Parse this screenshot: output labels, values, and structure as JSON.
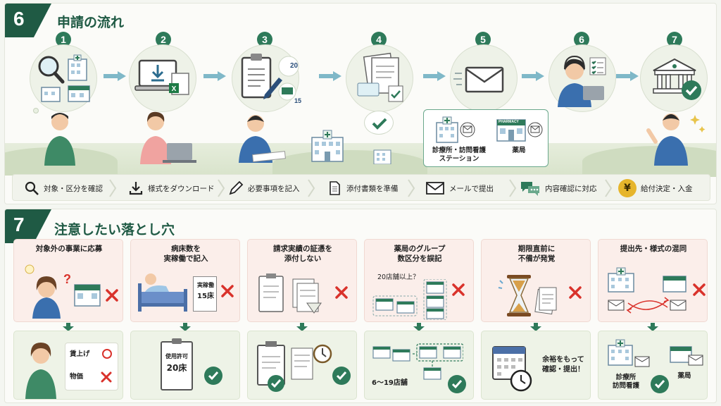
{
  "section6": {
    "number": "6",
    "title": "申請の流れ",
    "steps": [
      "1",
      "2",
      "3",
      "4",
      "5",
      "6",
      "7"
    ],
    "captions": [
      "対象・区分を確認",
      "様式をダウンロード",
      "必要事項を記入",
      "添付書類を準備",
      "メールで提出",
      "内容確認に対応",
      "給付決定・入金"
    ],
    "doc_label_beds": "20",
    "doc_label_15": "15",
    "submit_left": "診療所・訪問看護\nステーション",
    "submit_right": "薬局",
    "pharmacy_sign": "PHARMACY",
    "yen_symbol": "¥"
  },
  "section7": {
    "number": "7",
    "title": "注意したい落とし穴",
    "cards": [
      {
        "title": "対象外の事業に応募",
        "tag1": "賃上げ",
        "tag2": "物価"
      },
      {
        "title": "病床数を\n実稼働で記入",
        "doc_top": "実稼働",
        "doc_bottom": "15床",
        "permit_top": "使用許可",
        "permit_bottom": "20床"
      },
      {
        "title": "請求実績の証憑を\n添付しない"
      },
      {
        "title": "薬局のグループ\n数区分を誤記",
        "question": "20店舗以上？",
        "answer": "6〜19店舗"
      },
      {
        "title": "期限直前に\n不備が発覚",
        "advice": "余裕をもって\n確認・提出！"
      },
      {
        "title": "提出先・様式の混同",
        "left": "診療所\n訪問看護",
        "right": "薬局"
      }
    ]
  },
  "colors": {
    "brand": "#1f5a44",
    "accent": "#2e7a5a",
    "warn": "#d9322b",
    "arrow": "#7fb8c8"
  },
  "icons": [
    "magnifier-icon",
    "download-icon",
    "pen-icon",
    "document-icon",
    "mail-icon",
    "chat-icon",
    "yen-coin-icon",
    "check-icon",
    "x-icon",
    "hospital-icon",
    "pharmacy-icon",
    "bank-icon",
    "laptop-icon",
    "clipboard-icon",
    "hourglass-icon",
    "calendar-icon",
    "clock-icon"
  ]
}
